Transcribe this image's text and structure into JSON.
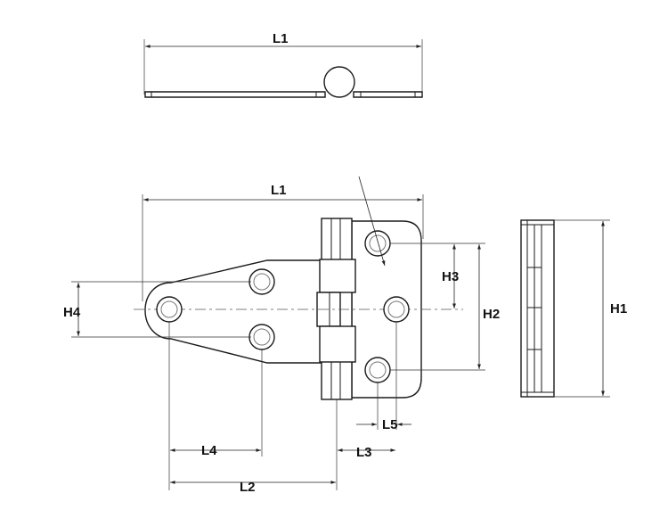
{
  "labels": {
    "top_l1": "L1",
    "front_l1": "L1",
    "h1": "H1",
    "h2": "H2",
    "h3": "H3",
    "h4": "H4",
    "l2": "L2",
    "l3": "L3",
    "l4": "L4",
    "l5": "L5"
  },
  "colors": {
    "line": "#1a1a1a",
    "background": "#ffffff"
  }
}
